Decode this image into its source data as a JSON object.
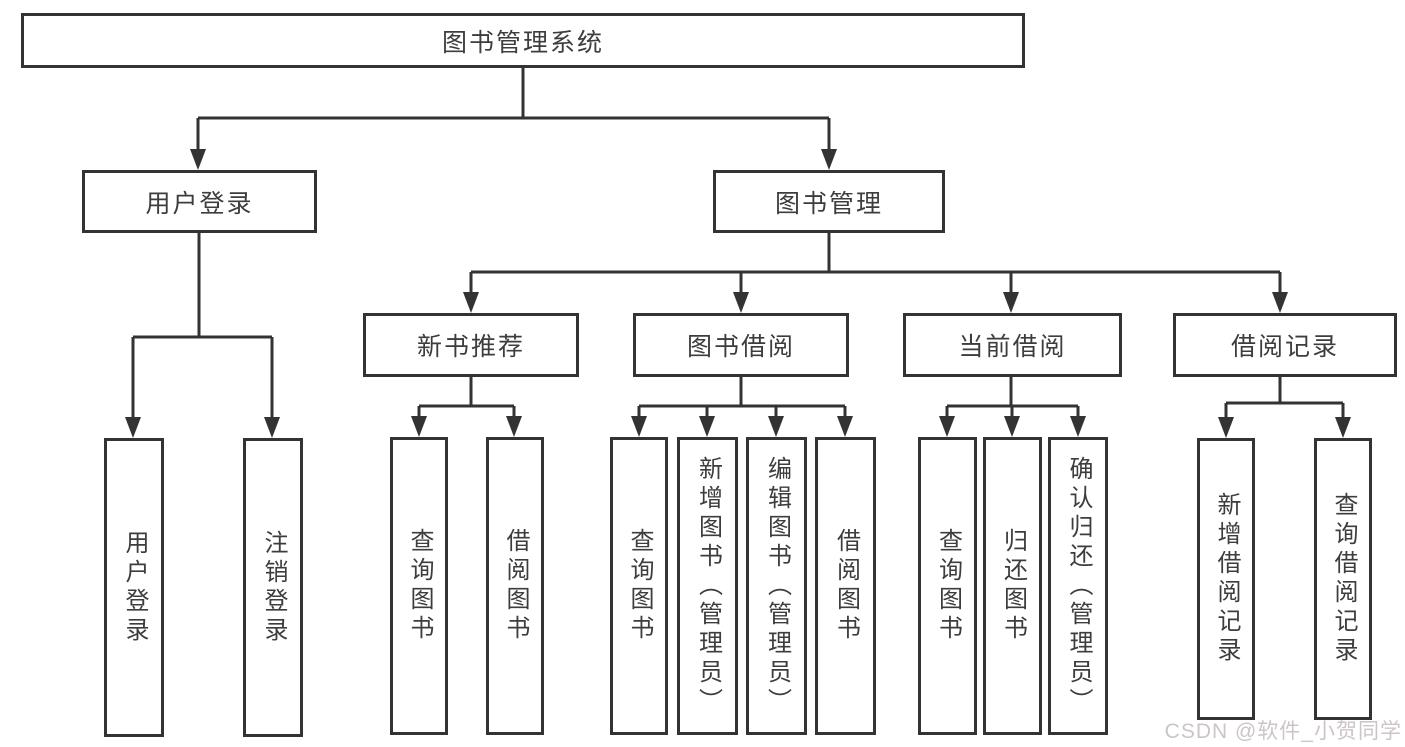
{
  "diagram": {
    "root": {
      "label": "图书管理系统"
    },
    "login": {
      "label": "用户登录",
      "leaves": [
        {
          "label": "用户登录"
        },
        {
          "label": "注销登录"
        }
      ]
    },
    "management": {
      "label": "图书管理",
      "groups": [
        {
          "label": "新书推荐",
          "leaves": [
            {
              "label": "查询图书"
            },
            {
              "label": "借阅图书"
            }
          ]
        },
        {
          "label": "图书借阅",
          "leaves": [
            {
              "label": "查询图书"
            },
            {
              "label": "新增图书（管理员）"
            },
            {
              "label": "编辑图书（管理员）"
            },
            {
              "label": "借阅图书"
            }
          ]
        },
        {
          "label": "当前借阅",
          "leaves": [
            {
              "label": "查询图书"
            },
            {
              "label": "归还图书"
            },
            {
              "label": "确认归还（管理员）"
            }
          ]
        },
        {
          "label": "借阅记录",
          "leaves": [
            {
              "label": "新增借阅记录"
            },
            {
              "label": "查询借阅记录"
            }
          ]
        }
      ]
    }
  },
  "watermark": {
    "text": "CSDN @软件_小贺同学"
  },
  "colors": {
    "line": "#333333",
    "text": "#3d3d3d",
    "watermark": "#cdc5c5",
    "background": "#ffffff"
  }
}
